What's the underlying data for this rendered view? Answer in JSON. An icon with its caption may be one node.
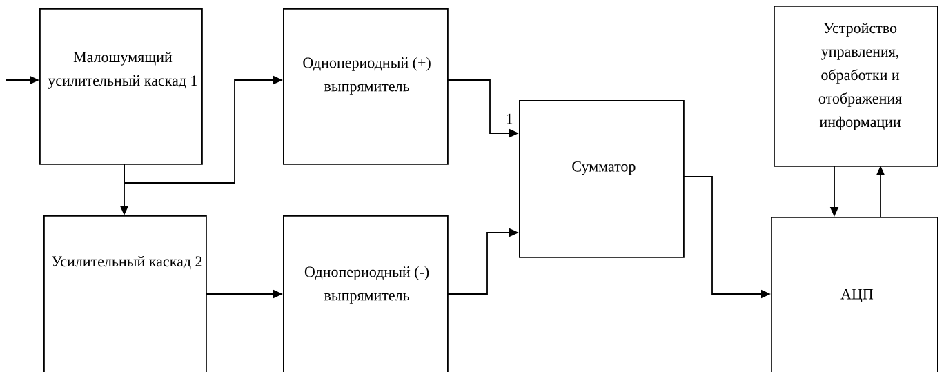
{
  "diagram": {
    "nodes": [
      {
        "text": [
          "Малошумящий усилительный каскад 1"
        ]
      },
      {
        "text": [
          "Однопериодный (+) выпрямитель"
        ]
      },
      {
        "text": [
          "Усилительный каскад 2"
        ]
      },
      {
        "text": [
          "Однопериодный (-) выпрямитель"
        ]
      },
      {
        "text": [
          "Сумматор"
        ]
      },
      {
        "text": [
          "Устройство управления, обработки и отображения информации"
        ]
      },
      {
        "text": [
          "АЦП"
        ]
      }
    ],
    "edges": [
      {
        "from": null,
        "to": 0,
        "arrow": "to"
      },
      {
        "from": 0,
        "to": 2,
        "arrow": "to"
      },
      {
        "from": 0,
        "to": 1,
        "arrow": "to"
      },
      {
        "from": 1,
        "to": 4,
        "arrow": "to",
        "label": "1"
      },
      {
        "from": 2,
        "to": 3,
        "arrow": "to"
      },
      {
        "from": 3,
        "to": 4,
        "arrow": "to"
      },
      {
        "from": 4,
        "to": 6,
        "arrow": "to"
      },
      {
        "from": 5,
        "to": 6,
        "arrow": "to"
      },
      {
        "from": 6,
        "to": 5,
        "arrow": "to"
      }
    ]
  }
}
